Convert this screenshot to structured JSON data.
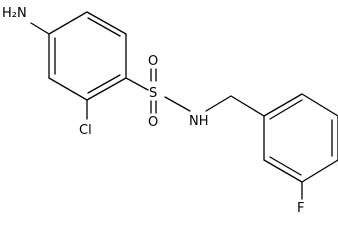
{
  "molecule": {
    "atom_labels": {
      "amine": "H₂N",
      "chloro": "Cl",
      "sulfur": "S",
      "oxygen_top": "O",
      "oxygen_bottom": "O",
      "amide_nh": "NH",
      "fluoro": "F"
    },
    "bond_color": "#000000"
  }
}
